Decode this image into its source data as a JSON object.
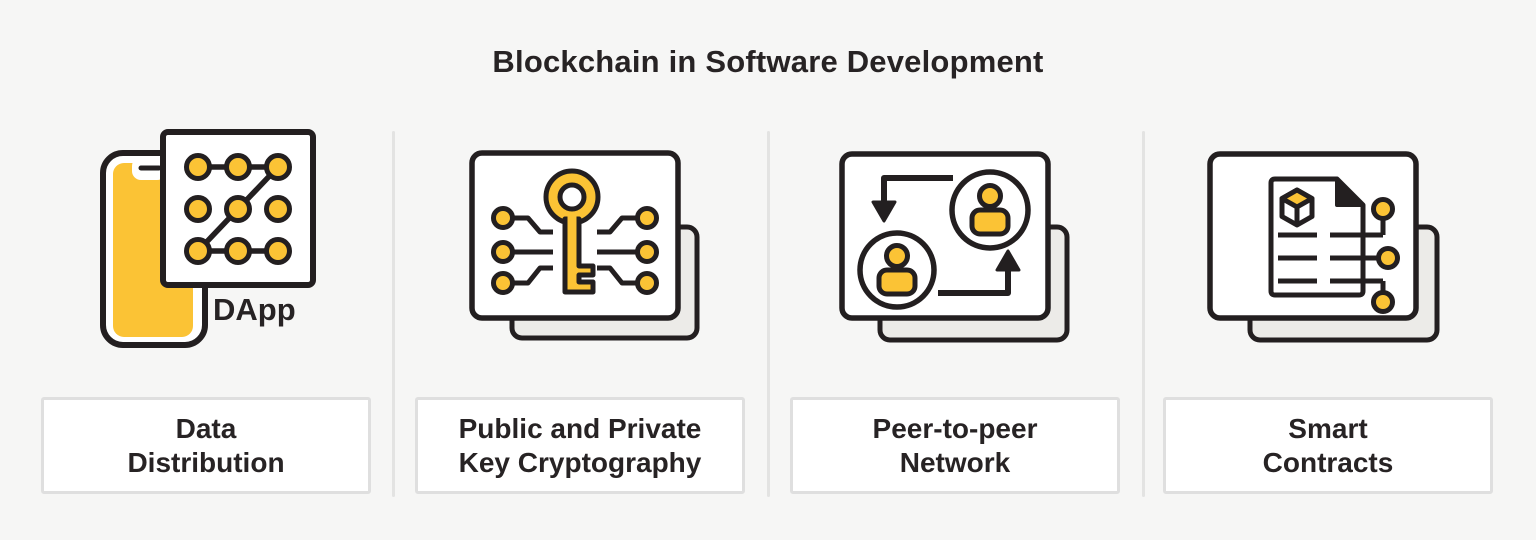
{
  "title": "Blockchain in Software Development",
  "colors": {
    "accent_yellow": "#FBC335",
    "outline_black": "#231F20",
    "background": "#F6F6F5",
    "card_shadow": "#ECEBE8",
    "label_border": "#DFDFDF",
    "divider": "#E3E3E2"
  },
  "sections": [
    {
      "id": "data-distribution",
      "icon": "dapp-phone-icon",
      "badge": "DApp",
      "label": "Data\nDistribution"
    },
    {
      "id": "public-private-key-cryptography",
      "icon": "key-circuit-icon",
      "label": "Public and Private\nKey Cryptography"
    },
    {
      "id": "peer-to-peer-network",
      "icon": "peer-exchange-icon",
      "label": "Peer-to-peer\nNetwork"
    },
    {
      "id": "smart-contracts",
      "icon": "contract-document-icon",
      "label": "Smart\nContracts"
    }
  ]
}
